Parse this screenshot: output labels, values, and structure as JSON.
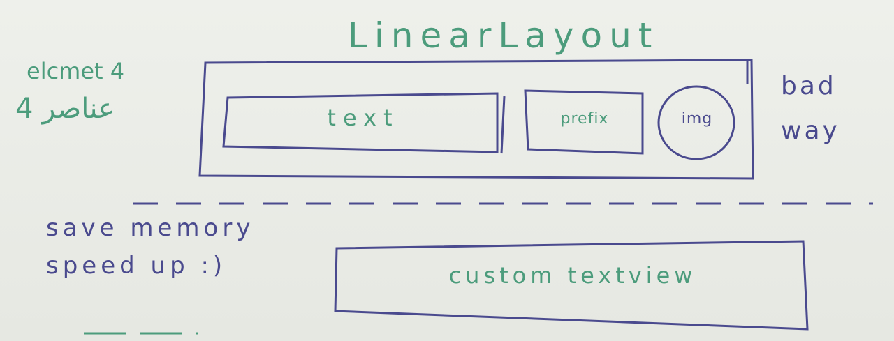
{
  "diagram": {
    "title": "LinearLayout",
    "left_note": {
      "line1": "elcmet 4",
      "line2": "4 عناصر"
    },
    "right_note": {
      "line1": "bad",
      "line2": "way"
    },
    "boxes": {
      "text": "text",
      "prefix": "prefix",
      "img": "img"
    },
    "bottom_note": {
      "line1": "save memory",
      "line2": "speed up :)"
    },
    "custom_box": "custom textview"
  },
  "colors": {
    "ink_green": "#4c9c7c",
    "ink_blue": "#4a4a8e",
    "paper": "#e9ebe6"
  }
}
